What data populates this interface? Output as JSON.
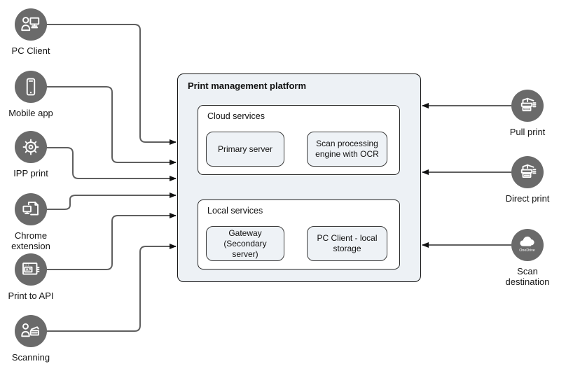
{
  "platform": {
    "title": "Print management platform",
    "cloud": {
      "label": "Cloud services",
      "node_primary": "Primary server",
      "node_scan": "Scan processing engine with OCR"
    },
    "local": {
      "label": "Local services",
      "node_gateway": "Gateway (Secondary server)",
      "node_storage": "PC Client - local storage"
    }
  },
  "left_nodes": [
    {
      "label": "PC Client",
      "icon": "pc-client-icon"
    },
    {
      "label": "Mobile app",
      "icon": "mobile-app-icon"
    },
    {
      "label": "IPP print",
      "icon": "gear-icon"
    },
    {
      "label": "Chrome extension",
      "icon": "chrome-extension-icon"
    },
    {
      "label": "Print to API",
      "icon": "api-window-icon"
    },
    {
      "label": "Scanning",
      "icon": "scan-person-icon"
    }
  ],
  "right_nodes": [
    {
      "label": "Pull print",
      "icon": "multifunction-printer-icon"
    },
    {
      "label": "Direct print",
      "icon": "multifunction-printer-icon"
    },
    {
      "label": "Scan destination",
      "icon": "onedrive-cloud-icon"
    }
  ],
  "icon_text": {
    "api": "API",
    "onedrive": "OneDrive"
  },
  "colors": {
    "platform_fill": "#edf1f5",
    "group_fill": "#ffffff",
    "leaf_fill": "#eef2f6",
    "icon_circle": "#6a6a6a",
    "connector": "#5f5f5f",
    "arrowhead": "#111111",
    "border": "#141414",
    "background": "#ffffff"
  }
}
